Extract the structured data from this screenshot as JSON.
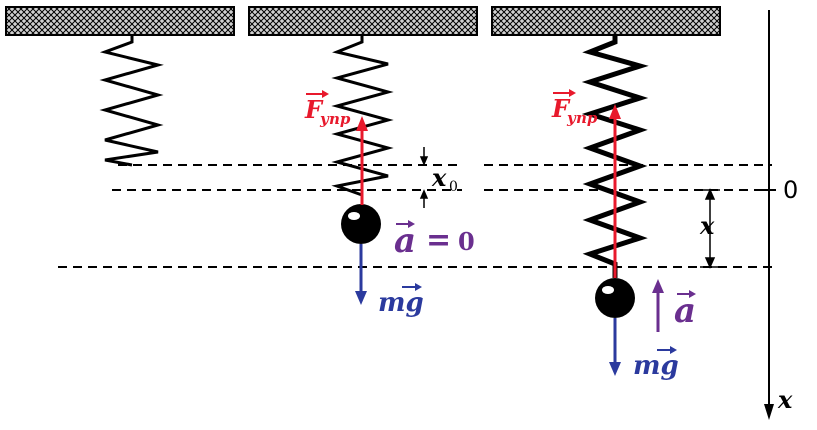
{
  "colors": {
    "force_red": "#e8192c",
    "gravity_blue": "#2b3a9e",
    "accel_purple": "#6a2f8f",
    "black": "#000000",
    "ceiling_fill": "#c8c8c8"
  },
  "labels": {
    "spring_force": "F",
    "spring_force_sub": "упр",
    "gravity": "mg",
    "accel_zero_a": "a",
    "accel_zero_eq": "=",
    "accel_zero_val": "0",
    "accel": "a",
    "x0": "x",
    "x0_sub": "0",
    "x_disp": "x",
    "axis_zero": "0",
    "axis_name": "x"
  }
}
